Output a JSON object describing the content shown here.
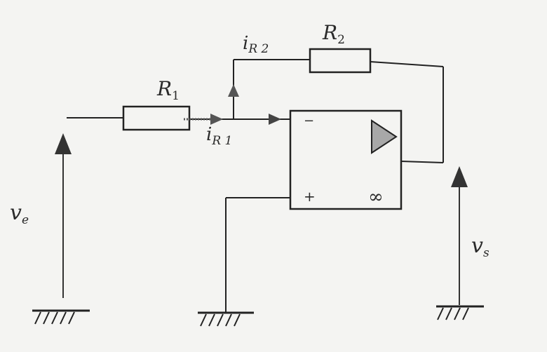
{
  "labels": {
    "r1": "R",
    "r1_sub": "1",
    "r2": "R",
    "r2_sub": "2",
    "i_r1": "i",
    "i_r1_sub": "R 1",
    "i_r2": "i",
    "i_r2_sub": "R 2",
    "ve": "v",
    "ve_sub": "e",
    "vs": "v",
    "vs_sub": "s",
    "minus": "−",
    "plus": "+",
    "gain": "∞"
  },
  "colors": {
    "line": "#222222",
    "arrow": "#4a4a4a",
    "triangle_fill": "#a8a8a8",
    "background": "#f4f4f2"
  }
}
